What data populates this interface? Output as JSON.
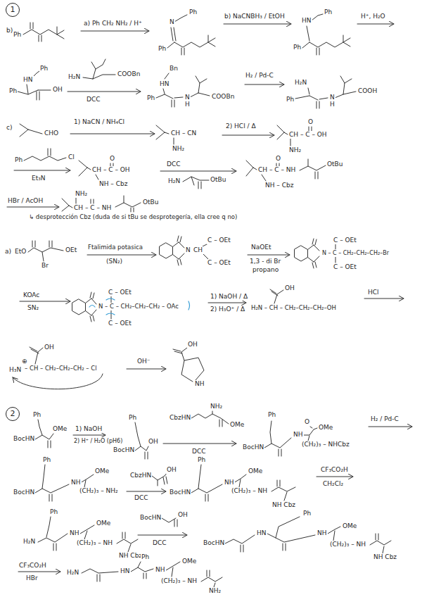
{
  "diagram": {
    "nodes": [
      {
        "text": [
          "1"
        ]
      },
      {
        "text": [
          "2"
        ]
      }
    ],
    "labels": [
      "b)",
      "Ph",
      "a) Ph CH₂ NH₂ / H⁺",
      "N",
      "Ph",
      "Ph",
      "b) NaCNBH₃ / EtOH",
      "HN",
      "Ph",
      "Ph",
      "H⁺, H₂O",
      "HN",
      "Ph",
      "Ph",
      "OH",
      "H₂N",
      "COOBn",
      "DCC",
      "Bn",
      "HN",
      "Ph",
      "N",
      "H",
      "COOBn",
      "H₂ / Pd-C",
      "H₂N",
      "Ph",
      "N",
      "H",
      "COOH",
      "c)",
      "CHO",
      "1) NaCN / NH₄Cl",
      "CH – CN",
      "NH₂",
      "2) HCl / Δ",
      "O",
      "CH – C – OH",
      "NH₂",
      "Ph",
      "Cl",
      "Et₃N",
      "O",
      "CH – C – OH",
      "NH – Cbz",
      "DCC",
      "H₂N",
      "OtBu",
      "O",
      "CH – C – NH",
      "OtBu",
      "NH – Cbz",
      "HBr / AcOH",
      "NH₂",
      "CH – C – NH",
      "OtBu",
      "↳ desprotección Cbz (duda de si tBu se desprotegería, ella cree q no)",
      "a)",
      "EtO",
      "OEt",
      "Br",
      "Ftalimida potasica",
      "(SN₂)",
      "N",
      "CH",
      "C – OEt",
      "C – OEt",
      "NaOEt",
      "1,3 - di Br",
      "propano",
      "N – C – CH₂–CH₂–CH₂–Br",
      "C – OEt",
      "C – OEt",
      "KOAc",
      "SN₂",
      "N – C – CH₂–CH₂–CH₂ – OAc",
      "C – OEt",
      "C – OEt",
      "1) NaOH / Δ",
      "2) H₃O⁺ / Δ",
      "OH",
      "H₂N – CH – CH₂–CH₂–CH₂–OH",
      "HCl",
      "OH",
      "H₃N",
      "⊕",
      "– CH – CH₂–CH₂–CH₂ – Cl",
      "OH⁻",
      "OH",
      "NH",
      "Ph",
      "BocHN",
      "OMe",
      "1) NaOH",
      "2) H⁺ / H₂O (pH6)",
      "Ph",
      "BocHN",
      "OH",
      "CbzHN",
      "NH₂",
      "OMe",
      "DCC",
      "Ph",
      "BocHN",
      "NH",
      "O",
      "OMe",
      "(CH₂)₃ – NHCbz",
      "H₂ / Pd-C",
      "Ph",
      "BocHN",
      "NH",
      "OMe",
      "(CH₂)₃ – NH₂",
      "CbzHN",
      "OH",
      "DCC",
      "Ph",
      "BocHN",
      "NH",
      "OMe",
      "(CH₂)₃ – NH",
      "NH Cbz",
      "CF₃CO₂H",
      "CH₂Cl₂",
      "Ph",
      "H₂N",
      "NH",
      "OMe",
      "(CH₂)₃ – NH",
      "NH Cbz",
      "BocHN",
      "OH",
      "DCC",
      "BocHN",
      "HN",
      "Ph",
      "NH",
      "OMe",
      "(CH₂)₃ – NH",
      "NH Cbz",
      "CF₃CO₂H",
      "HBr",
      "H₂N",
      "HN",
      "Ph",
      "NH",
      "OMe",
      "(CH₂)₃ – NH",
      "NH₂"
    ]
  }
}
